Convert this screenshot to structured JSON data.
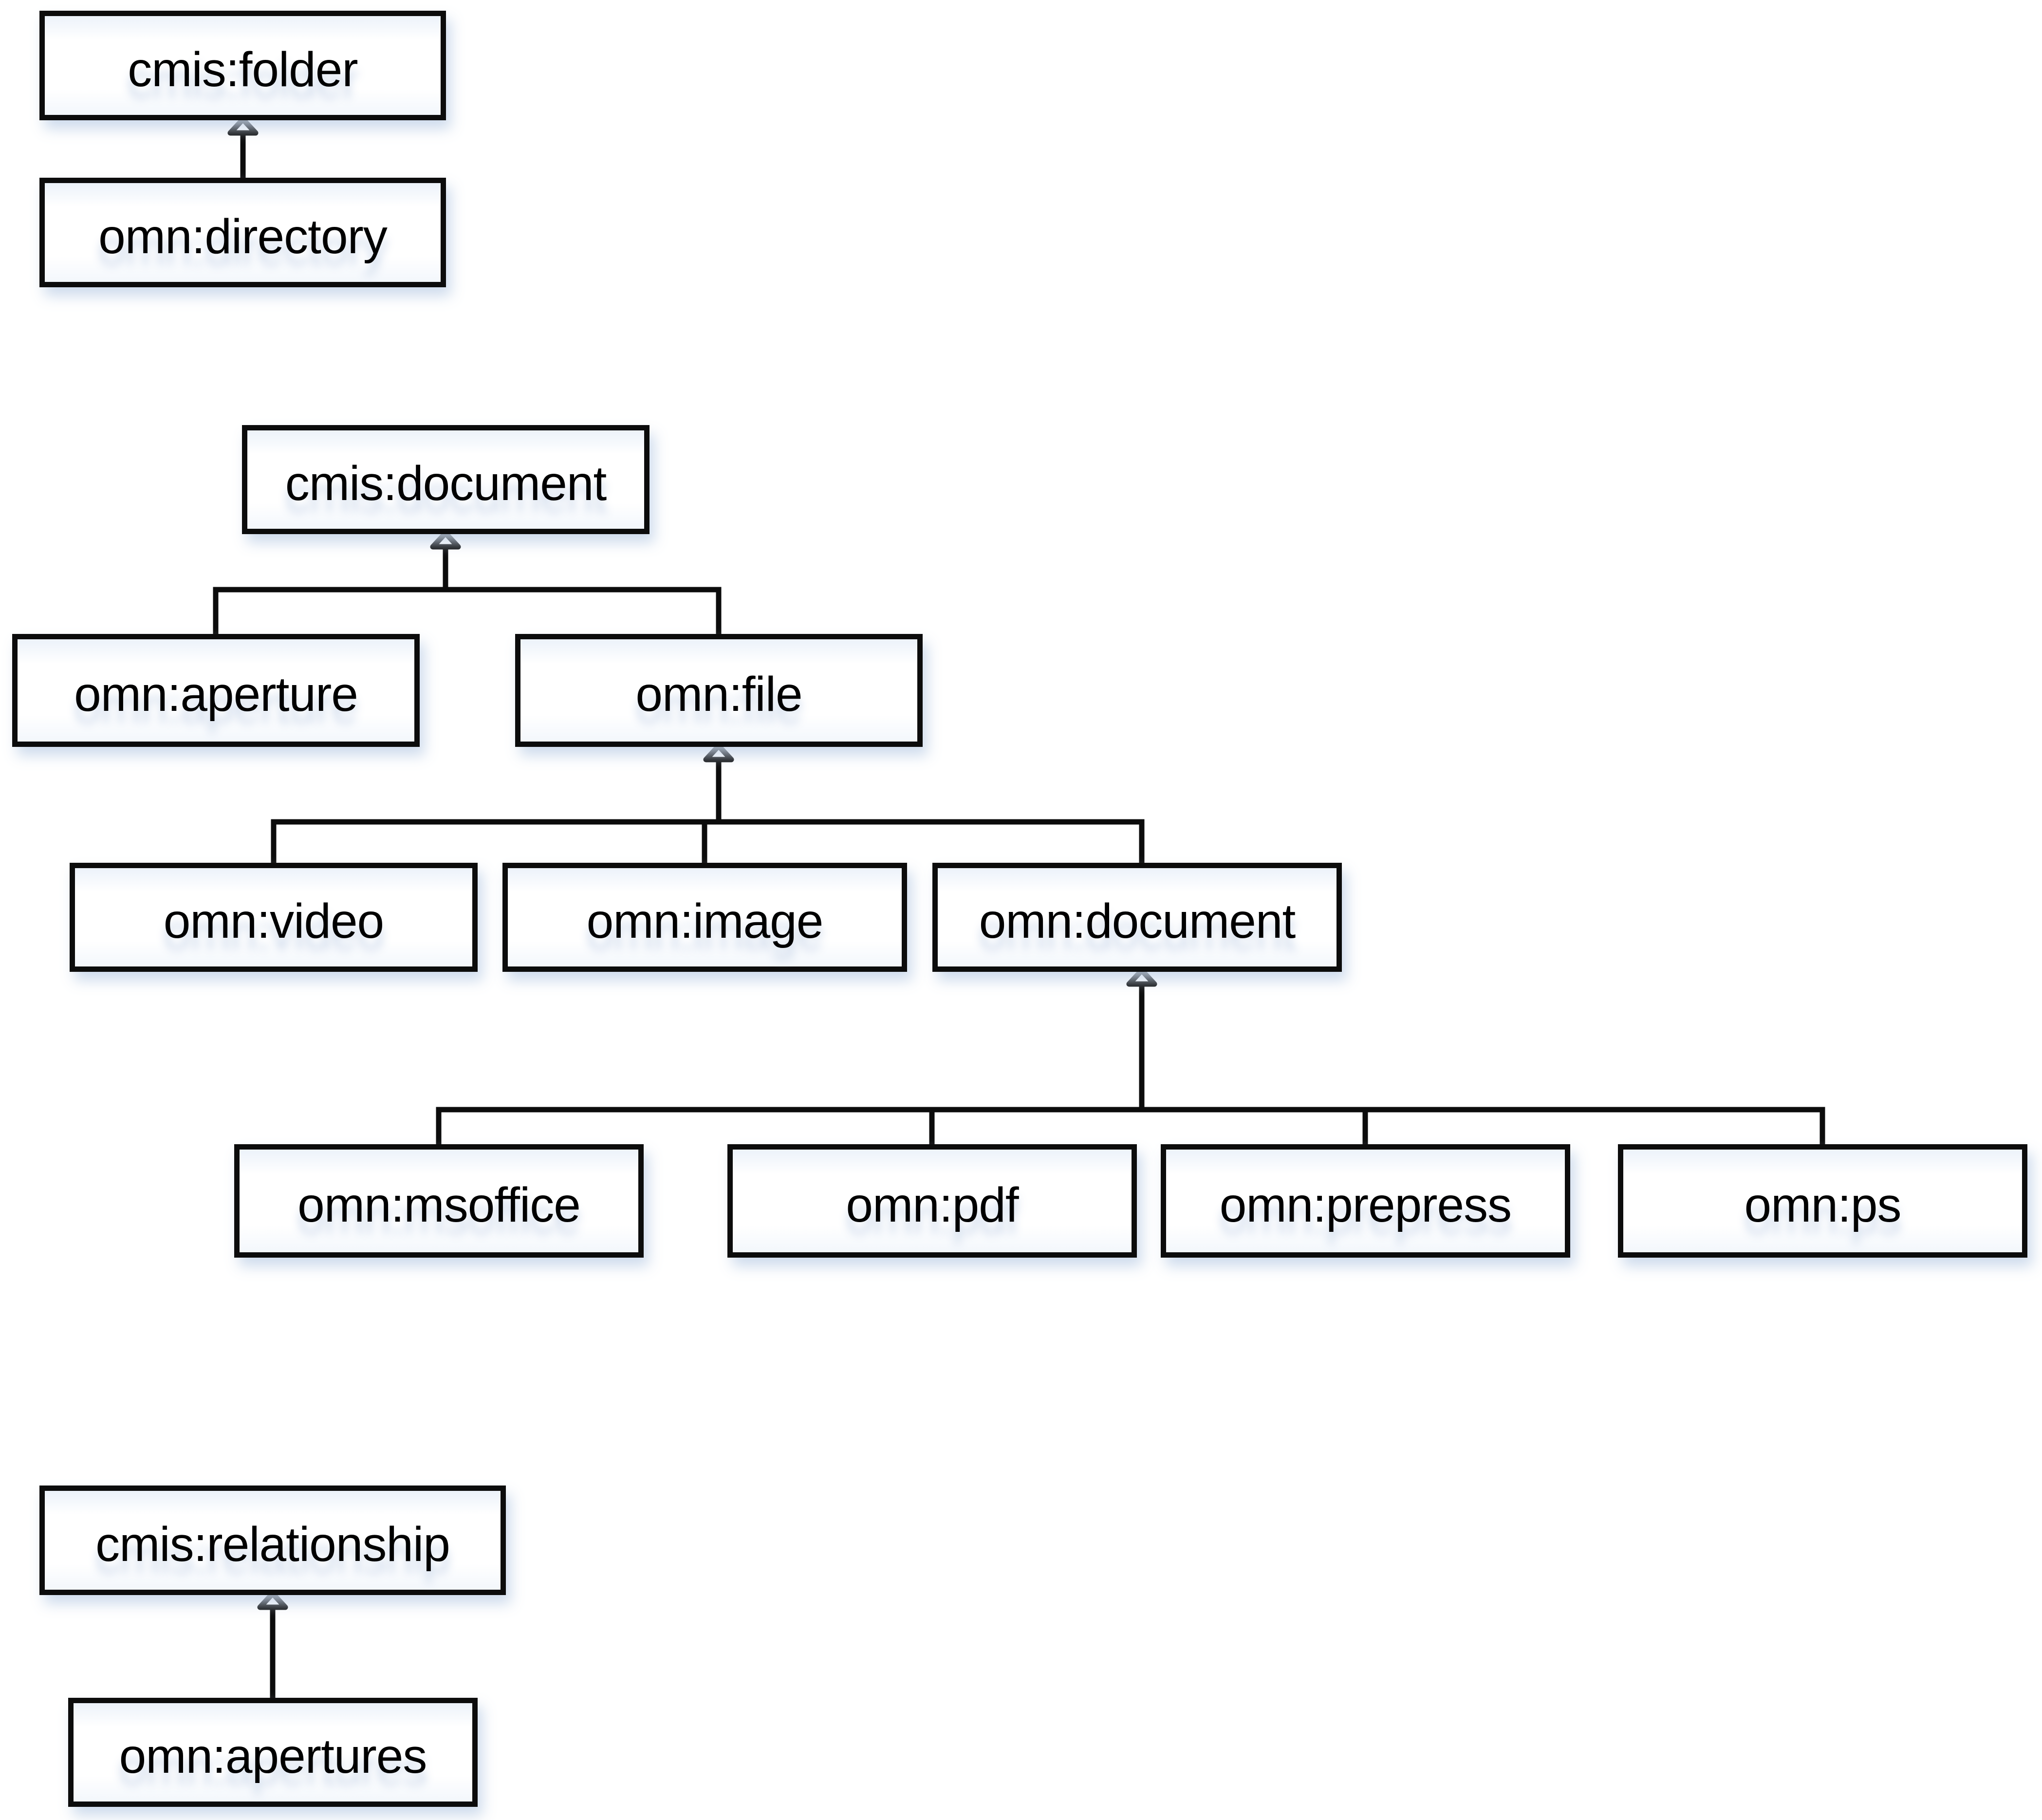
{
  "diagram": {
    "background_color": "#ffffff",
    "line_color": "#0c0c0c",
    "box_fill_color": "#ffffff",
    "box_highlight_color": "#ecf2fa",
    "shadow_color": "#c7d6ea",
    "arrow_type": "hollow-triangle-generalization",
    "nodes": {
      "cmis_folder": {
        "label": "cmis:folder"
      },
      "omn_directory": {
        "label": "omn:directory"
      },
      "cmis_document": {
        "label": "cmis:document"
      },
      "omn_aperture": {
        "label": "omn:aperture"
      },
      "omn_file": {
        "label": "omn:file"
      },
      "omn_video": {
        "label": "omn:video"
      },
      "omn_image": {
        "label": "omn:image"
      },
      "omn_document": {
        "label": "omn:document"
      },
      "omn_msoffice": {
        "label": "omn:msoffice"
      },
      "omn_pdf": {
        "label": "omn:pdf"
      },
      "omn_prepress": {
        "label": "omn:prepress"
      },
      "omn_ps": {
        "label": "omn:ps"
      },
      "cmis_relationship": {
        "label": "cmis:relationship"
      },
      "omn_apertures": {
        "label": "omn:apertures"
      }
    },
    "edges": [
      {
        "parent": "cmis:folder",
        "child": "omn:directory"
      },
      {
        "parent": "cmis:document",
        "child": "omn:aperture"
      },
      {
        "parent": "cmis:document",
        "child": "omn:file"
      },
      {
        "parent": "omn:file",
        "child": "omn:video"
      },
      {
        "parent": "omn:file",
        "child": "omn:image"
      },
      {
        "parent": "omn:file",
        "child": "omn:document"
      },
      {
        "parent": "omn:document",
        "child": "omn:msoffice"
      },
      {
        "parent": "omn:document",
        "child": "omn:pdf"
      },
      {
        "parent": "omn:document",
        "child": "omn:prepress"
      },
      {
        "parent": "omn:document",
        "child": "omn:ps"
      },
      {
        "parent": "cmis:relationship",
        "child": "omn:apertures"
      }
    ]
  }
}
